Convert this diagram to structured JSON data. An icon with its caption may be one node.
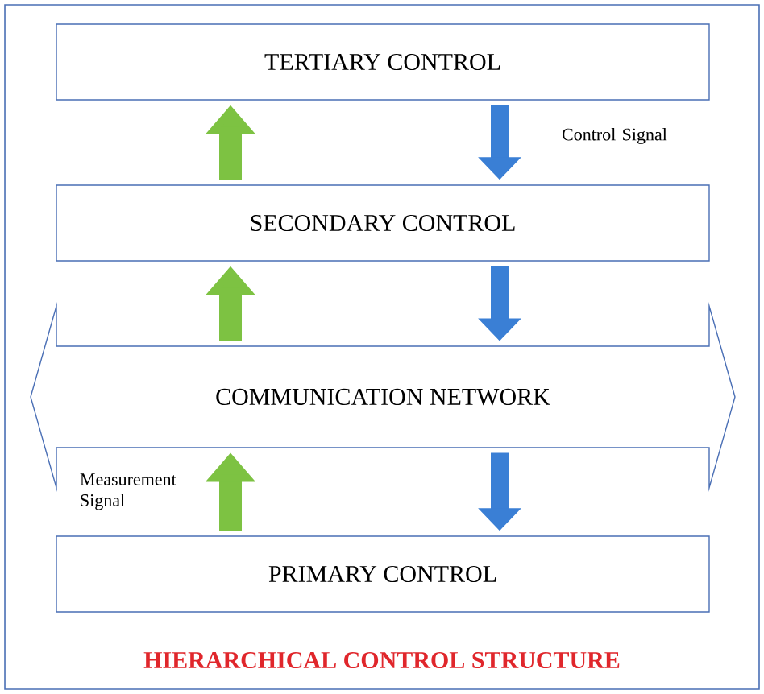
{
  "diagram": {
    "title": "HIERARCHICAL CONTROL STRUCTURE",
    "nodes": [
      {
        "text": [
          "TERTIARY CONTROL"
        ]
      },
      {
        "text": [
          "SECONDARY CONTROL"
        ]
      },
      {
        "text": [
          "COMMUNICATION NETWORK"
        ]
      },
      {
        "text": [
          "PRIMARY CONTROL"
        ]
      }
    ],
    "edges": [
      {
        "from": 1,
        "to": 0,
        "arrow": "to",
        "color": "#7dc242"
      },
      {
        "from": 0,
        "to": 1,
        "arrow": "to",
        "label": "Control Signal",
        "color": "#3a7fd5"
      },
      {
        "from": 2,
        "to": 1,
        "arrow": "to",
        "color": "#7dc242"
      },
      {
        "from": 1,
        "to": 2,
        "arrow": "to",
        "color": "#3a7fd5"
      },
      {
        "from": 3,
        "to": 2,
        "arrow": "to",
        "label": "Measurement Signal",
        "color": "#7dc242"
      },
      {
        "from": 2,
        "to": 3,
        "arrow": "to",
        "color": "#3a7fd5"
      }
    ]
  }
}
